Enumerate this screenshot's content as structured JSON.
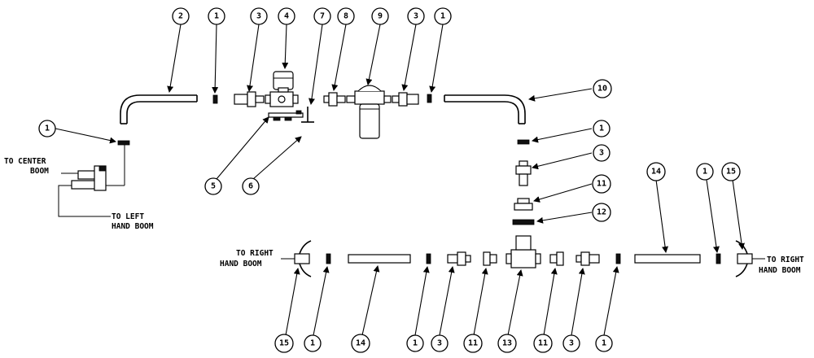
{
  "labels": {
    "to_center_1": "TO CENTER",
    "to_center_2": "BOOM",
    "to_left_1": "TO LEFT",
    "to_left_2": "HAND BOOM",
    "to_right_l1": "TO RIGHT",
    "to_right_l2": "HAND BOOM",
    "to_right_r1": "TO RIGHT",
    "to_right_r2": "HAND BOOM"
  },
  "callouts": {
    "top": [
      "2",
      "1",
      "3",
      "4",
      "7",
      "8",
      "9",
      "3",
      "1"
    ],
    "left_1": "1",
    "c5": "5",
    "c6": "6",
    "c10": "10",
    "right_col": [
      "1",
      "3",
      "11",
      "12"
    ],
    "upper_right": [
      "14",
      "1",
      "15"
    ],
    "bottom": [
      "15",
      "1",
      "14",
      "1",
      "3",
      "11",
      "13",
      "11",
      "3",
      "1"
    ]
  }
}
